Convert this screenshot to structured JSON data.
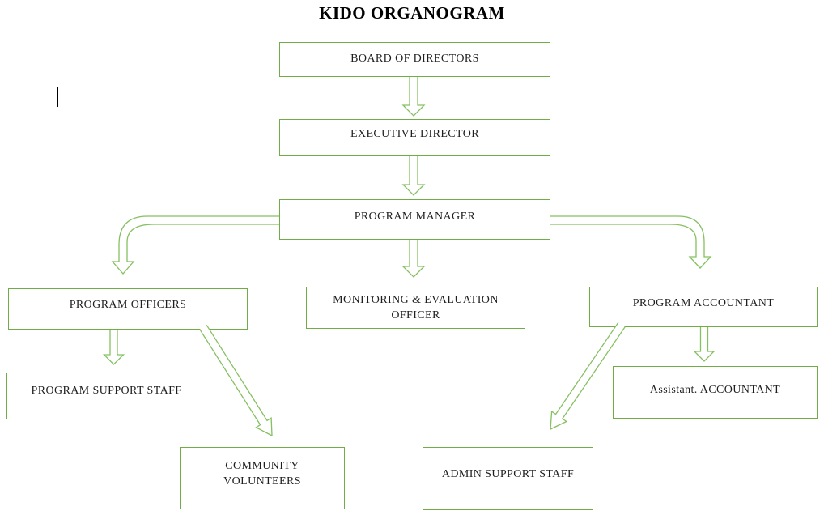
{
  "title": "KIDO ORGANOGRAM",
  "colors": {
    "box_border": "#70AD47",
    "arrow_stroke": "#85C061",
    "label_text": "#1f1f1f",
    "title_text": "#000000",
    "background": "#ffffff"
  },
  "nodes": [
    {
      "id": "board-of-directors",
      "label": "BOARD OF DIRECTORS"
    },
    {
      "id": "executive-director",
      "label": "EXECUTIVE DIRECTOR"
    },
    {
      "id": "program-manager",
      "label": "PROGRAM MANAGER"
    },
    {
      "id": "program-officers",
      "label": "PROGRAM OFFICERS"
    },
    {
      "id": "monitoring-evaluation-officer",
      "label": "MONITORING & EVALUATION OFFICER"
    },
    {
      "id": "program-accountant",
      "label": "PROGRAM ACCOUNTANT"
    },
    {
      "id": "program-support-staff",
      "label": "PROGRAM SUPPORT STAFF"
    },
    {
      "id": "community-volunteers",
      "label": "COMMUNITY VOLUNTEERS"
    },
    {
      "id": "assistant-accountant",
      "label": "Assistant. ACCOUNTANT"
    },
    {
      "id": "admin-support-staff",
      "label": "ADMIN SUPPORT STAFF"
    }
  ],
  "connectors": [
    {
      "from": "board-of-directors",
      "to": "executive-director",
      "shape": "down-block-arrow"
    },
    {
      "from": "executive-director",
      "to": "program-manager",
      "shape": "down-block-arrow"
    },
    {
      "from": "program-manager",
      "to": "program-officers",
      "shape": "bent-block-arrow-left"
    },
    {
      "from": "program-manager",
      "to": "monitoring-evaluation-officer",
      "shape": "down-block-arrow"
    },
    {
      "from": "program-manager",
      "to": "program-accountant",
      "shape": "bent-block-arrow-right"
    },
    {
      "from": "program-officers",
      "to": "program-support-staff",
      "shape": "down-block-arrow"
    },
    {
      "from": "program-officers",
      "to": "community-volunteers",
      "shape": "diagonal-block-arrow"
    },
    {
      "from": "program-accountant",
      "to": "assistant-accountant",
      "shape": "down-block-arrow"
    },
    {
      "from": "program-accountant",
      "to": "admin-support-staff",
      "shape": "diagonal-block-arrow"
    }
  ]
}
